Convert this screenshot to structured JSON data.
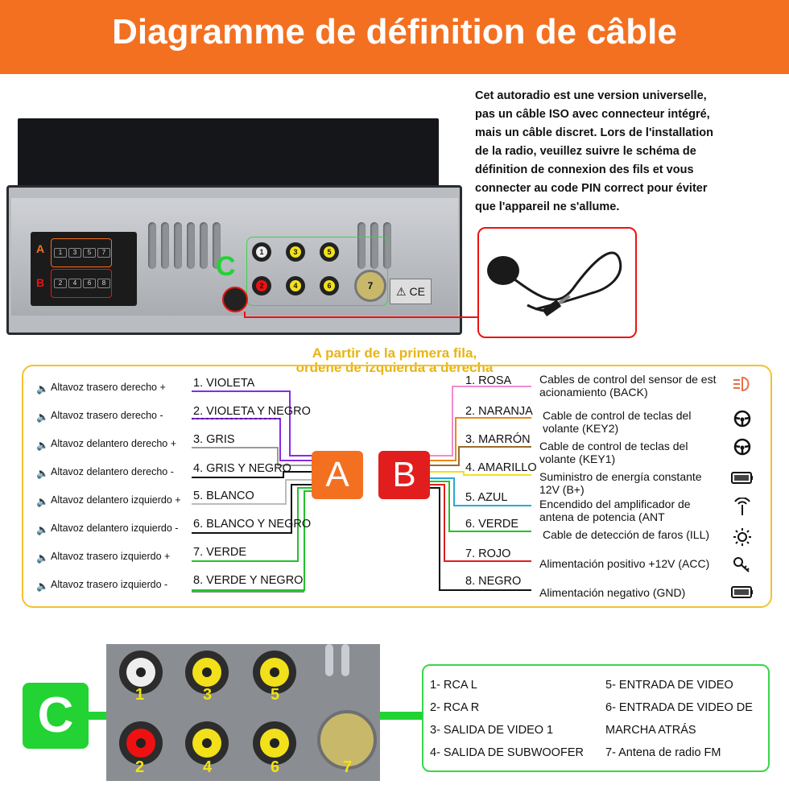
{
  "header": {
    "title": "Diagramme de définition de câble",
    "color": "#f37021"
  },
  "description": [
    "Cet autoradio est une version universelle,",
    "pas un câble ISO avec connecteur intégré,",
    "mais un câble discret. Lors de l'installation",
    "de la radio, veuillez suivre le schéma de",
    "définition de connexion des fils et vous",
    "connecter au code PIN correct pour éviter",
    "que l'appareil ne s'allume."
  ],
  "radio": {
    "iso_a": "A",
    "iso_b": "B",
    "iso_pins_top": [
      "1",
      "3",
      "5",
      "7"
    ],
    "iso_pins_bottom": [
      "2",
      "4",
      "6",
      "8"
    ],
    "rca_numbers": [
      "1",
      "3",
      "5",
      "2",
      "4",
      "6",
      "7"
    ],
    "c_label": "C"
  },
  "note": {
    "line1": "A partir de la primera fila,",
    "line2": "ordene de izquierda a derecha",
    "color": "#e7b416"
  },
  "connector_a": {
    "letter": "A",
    "left_labels": [
      "Altavoz trasero derecho +",
      "Altavoz trasero derecho -",
      "Altavoz delantero derecho +",
      "Altavoz delantero derecho -",
      "Altavoz delantero izquierdo +",
      "Altavoz delantero izquierdo -",
      "Altavoz trasero izquierdo +",
      "Altavoz trasero izquierdo -"
    ],
    "wires": [
      {
        "label": "1. VIOLETA",
        "color": "#8a2be2"
      },
      {
        "label": "2. VIOLETA Y NEGRO",
        "color": "#8a2be2"
      },
      {
        "label": "3. GRIS",
        "color": "#9a9a9a"
      },
      {
        "label": "4. GRIS Y NEGRO",
        "color": "#9a9a9a"
      },
      {
        "label": "5. BLANCO",
        "color": "#cccccc"
      },
      {
        "label": "6. BLANCO Y NEGRO",
        "color": "#bbbbbb"
      },
      {
        "label": "7. VERDE",
        "color": "#22c22a"
      },
      {
        "label": "8. VERDE Y NEGRO",
        "color": "#22c22a"
      }
    ]
  },
  "connector_b": {
    "letter": "B",
    "wires": [
      {
        "label": "1. ROSA",
        "color": "#f08bd0",
        "desc": "Cables de control del sensor de est acionamiento (BACK)",
        "icon": "headlight-icon"
      },
      {
        "label": "2. NARANJA",
        "color": "#e88a1a",
        "desc": "Cable de control de teclas del volante (KEY2)",
        "icon": "steering-wheel-icon"
      },
      {
        "label": "3. MARRÓN",
        "color": "#9b6a2f",
        "desc": "Cable de control de teclas del volante (KEY1)",
        "icon": "steering-wheel-icon"
      },
      {
        "label": "4. AMARILLO",
        "color": "#f2e01a",
        "desc": "Suministro de energía constante 12V (B+)",
        "icon": "battery-icon"
      },
      {
        "label": "5. AZUL",
        "color": "#2aa8d8",
        "desc": "Encendido del amplificador de antena de potencia (ANT",
        "icon": "antenna-icon"
      },
      {
        "label": "6. VERDE",
        "color": "#22c22a",
        "desc": "Cable de detección de faros (ILL)",
        "icon": "sun-icon"
      },
      {
        "label": "7. ROJO",
        "color": "#e11d1d",
        "desc": "Alimentación positivo +12V (ACC)",
        "icon": "key-icon"
      },
      {
        "label": "8. NEGRO",
        "color": "#111111",
        "desc": "Alimentación negativo (GND)",
        "icon": "battery-icon"
      }
    ]
  },
  "bottom": {
    "c_letter": "C",
    "photo_numbers": [
      "1",
      "3",
      "5",
      "2",
      "4",
      "6",
      "7"
    ],
    "legend": [
      "1- RCA L",
      "2- RCA R",
      "3- SALIDA DE VIDEO 1",
      "4- SALIDA DE SUBWOOFER",
      "5- ENTRADA DE VIDEO",
      "6- ENTRADA DE VIDEO DE",
      "MARCHA ATRÁS",
      "7- Antena de radio FM"
    ]
  }
}
